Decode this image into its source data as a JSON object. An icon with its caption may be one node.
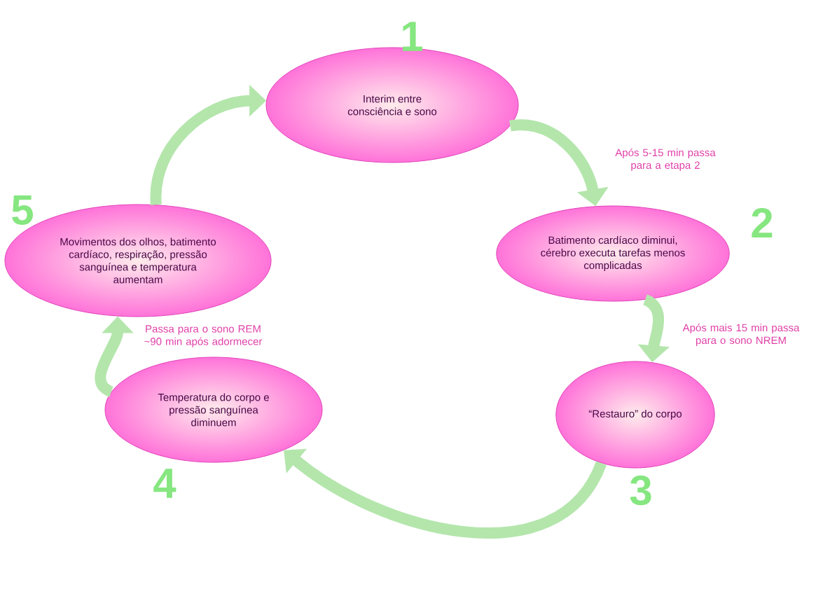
{
  "diagram": {
    "nodes": [
      {
        "text": [
          "Interim entre consciência e sono"
        ],
        "beside": [
          "1"
        ]
      },
      {
        "text": [
          "Batimento cardíaco diminui, cérebro executa tarefas menos complicadas"
        ],
        "beside": [
          "2"
        ]
      },
      {
        "text": [
          "“Restauro” do corpo"
        ],
        "beside": [
          "3"
        ]
      },
      {
        "text": [
          "Temperatura do corpo e pressão sanguínea diminuem"
        ],
        "beside": [
          "4"
        ]
      },
      {
        "text": [
          "Movimentos dos olhos, batimento cardíaco, respiração, pressão sanguínea e temperatura aumentam"
        ],
        "beside": [
          "5"
        ]
      }
    ],
    "edges": [
      {
        "from": 0,
        "to": 1,
        "arrow": "to",
        "label": "Após 5-15 min passa para a etapa 2"
      },
      {
        "from": 1,
        "to": 2,
        "arrow": "to",
        "label": "Após mais 15 min passa para o sono NREM"
      },
      {
        "from": 2,
        "to": 3,
        "arrow": "to"
      },
      {
        "from": 3,
        "to": 4,
        "arrow": "to",
        "label": "Passa para o sono REM ~90 min após adormecer"
      },
      {
        "from": 4,
        "to": 0,
        "arrow": "to"
      }
    ]
  }
}
